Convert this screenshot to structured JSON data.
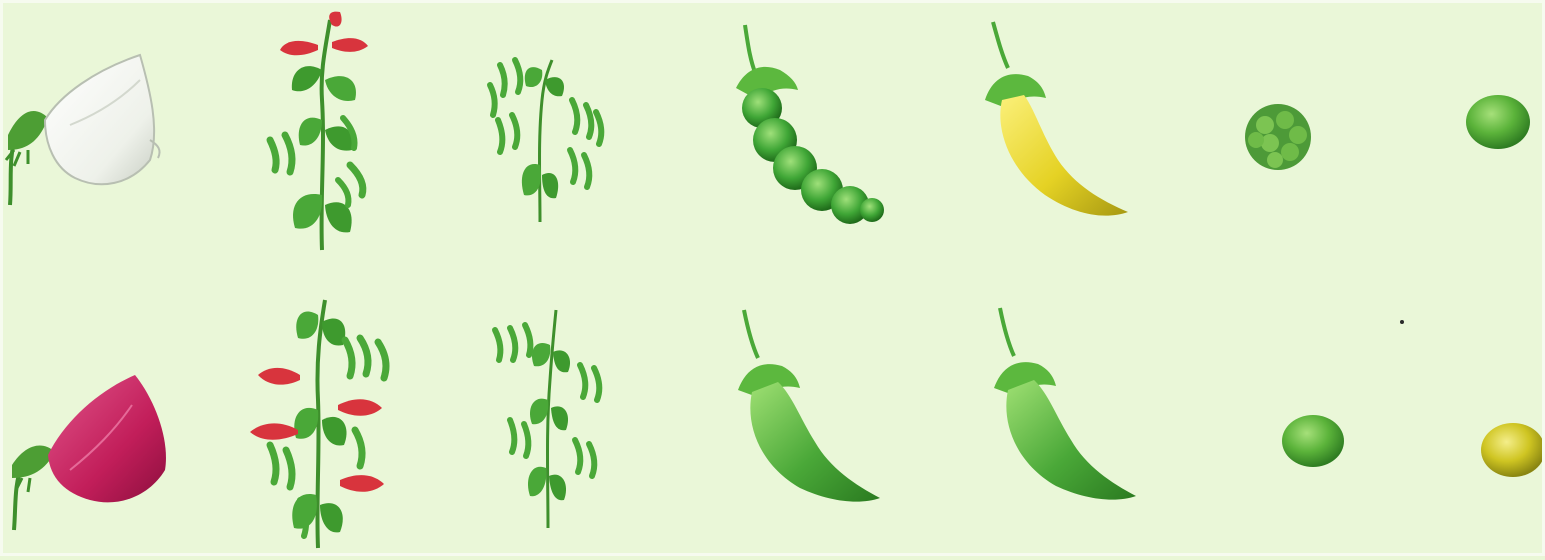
{
  "scene": {
    "background_color": "#eaf7d8",
    "rows": [
      {
        "row": "top",
        "items": [
          {
            "name": "white-flower",
            "color": "#f2f4ef"
          },
          {
            "name": "plant-axial-red-flowers",
            "flower_color": "#d8343d"
          },
          {
            "name": "plant-dwarf-pods"
          },
          {
            "name": "pod-constricted-green",
            "color": "#3fa63a"
          },
          {
            "name": "pod-inflated-yellow",
            "color": "#e8d52a"
          },
          {
            "name": "seed-wrinkled-green",
            "color": "#4d9a38"
          },
          {
            "name": "seed-round-green",
            "color": "#63b63a"
          }
        ]
      },
      {
        "row": "bottom",
        "items": [
          {
            "name": "purple-flower",
            "color": "#c21e5a"
          },
          {
            "name": "plant-terminal-red-flowers",
            "flower_color": "#d8343d"
          },
          {
            "name": "plant-tall-pods"
          },
          {
            "name": "pod-inflated-green",
            "color": "#58b23c"
          },
          {
            "name": "pod-inflated-green-2",
            "color": "#4aa838"
          },
          {
            "name": "seed-round-green-2",
            "color": "#5db438"
          },
          {
            "name": "seed-round-yellow",
            "color": "#c9c21c"
          }
        ]
      }
    ]
  }
}
